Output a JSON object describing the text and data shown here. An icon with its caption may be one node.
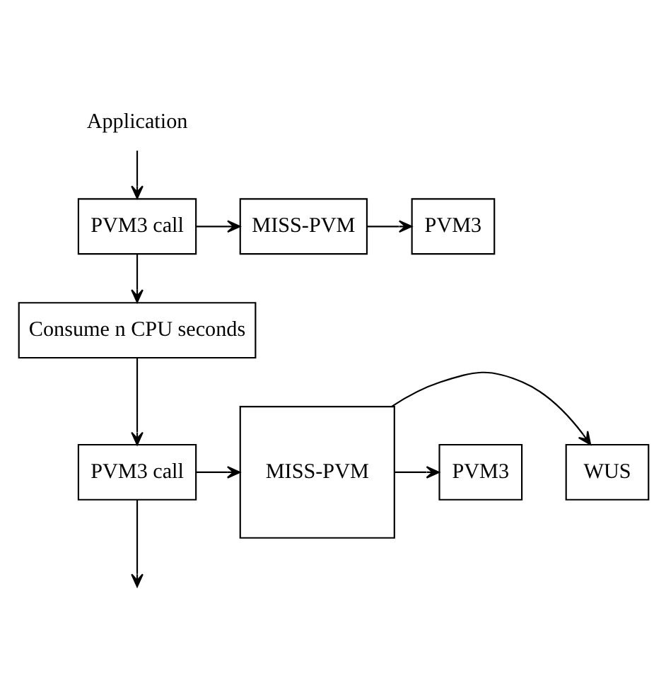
{
  "diagram": {
    "nodes": [
      {
        "text": [
          "Application"
        ]
      },
      {
        "text": [
          "PVM3 call"
        ]
      },
      {
        "text": [
          "MISS-PVM"
        ]
      },
      {
        "text": [
          "PVM3"
        ]
      },
      {
        "text": [
          "Consume n CPU seconds"
        ]
      },
      {
        "text": [
          "PVM3 call"
        ]
      },
      {
        "text": [
          "MISS-PVM"
        ]
      },
      {
        "text": [
          "WUS"
        ]
      },
      {
        "text": [
          "PVM3"
        ]
      }
    ],
    "edges": [
      {
        "from": 0,
        "to": 1,
        "arrow": "to"
      },
      {
        "from": 1,
        "to": 2,
        "arrow": "to"
      },
      {
        "from": 2,
        "to": 3,
        "arrow": "to"
      },
      {
        "from": 1,
        "to": 4,
        "arrow": "to"
      },
      {
        "from": 4,
        "to": 5,
        "arrow": "to"
      },
      {
        "from": 5,
        "to": 6,
        "arrow": "to"
      },
      {
        "from": 6,
        "to": 7,
        "arrow": "to"
      },
      {
        "from": 6,
        "to": 8,
        "arrow": "to"
      },
      {
        "from": 5,
        "to": null,
        "arrow": "to"
      }
    ]
  }
}
